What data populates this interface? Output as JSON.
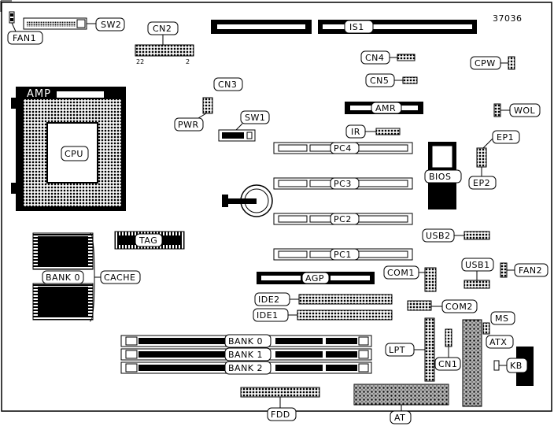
{
  "figure_number": "37036",
  "cpu_brand": "AMP",
  "labels": {
    "sw2": "SW2",
    "fan1": "FAN1",
    "cn2": "CN2",
    "cn2_pin_left": "22",
    "cn2_pin_right": "2",
    "is1": "IS1",
    "cn4": "CN4",
    "cn5": "CN5",
    "cpw": "CPW",
    "cn3": "CN3",
    "pwr": "PWR",
    "sw1": "SW1",
    "amr": "AMR",
    "wol": "WOL",
    "cpu": "CPU",
    "ir": "IR",
    "ep1": "EP1",
    "ep2": "EP2",
    "pc4": "PC4",
    "pc3": "PC3",
    "pc2": "PC2",
    "pc1": "PC1",
    "bios": "BIOS",
    "tag": "TAG",
    "usb2": "USB2",
    "usb1": "USB1",
    "fan2": "FAN2",
    "bank0_cache": "BANK 0",
    "cache": "CACHE",
    "agp": "AGP",
    "com1": "COM1",
    "ide2": "IDE2",
    "ide1": "IDE1",
    "com2": "COM2",
    "ms": "MS",
    "lpt": "LPT",
    "atx": "ATX",
    "cn1": "CN1",
    "kb": "KB",
    "dimm_bank0": "BANK 0",
    "dimm_bank1": "BANK 1",
    "dimm_bank2": "BANK 2",
    "fdd": "FDD",
    "at": "AT"
  }
}
